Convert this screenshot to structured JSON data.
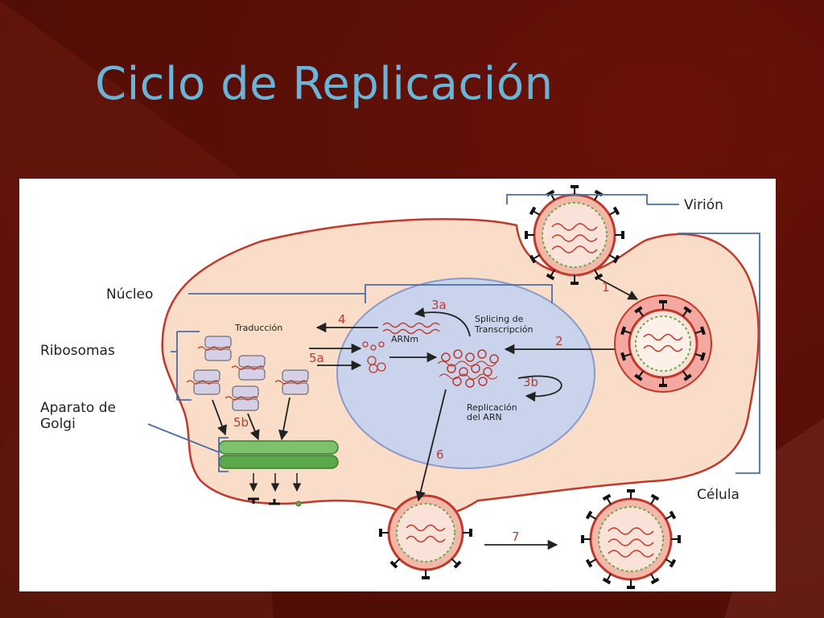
{
  "slide": {
    "title": "Ciclo de Replicación",
    "colors": {
      "background": "#5a0f06",
      "title": "#6ab4d8",
      "cell": "#f9ddc8",
      "cell_border": "#c0392b",
      "nucleus": "#c9d3ec",
      "golgi": "#5aa84a",
      "step_number": "#c0392b"
    }
  },
  "diagram": {
    "labels": {
      "virion": "Virión",
      "cell": "Célula",
      "nucleus": "Núcleo",
      "ribosomes": "Ribosomas",
      "golgi_line1": "Aparato de",
      "golgi_line2": "Golgi",
      "translation": "Traducción",
      "mrna": "ARNm",
      "splicing_line1": "Splicing de",
      "splicing_line2": "Transcripción",
      "replication_line1": "Replicación",
      "replication_line2": "del ARN"
    },
    "steps": [
      "1",
      "2",
      "3a",
      "3b",
      "4",
      "5a",
      "5b",
      "6",
      "7"
    ]
  }
}
